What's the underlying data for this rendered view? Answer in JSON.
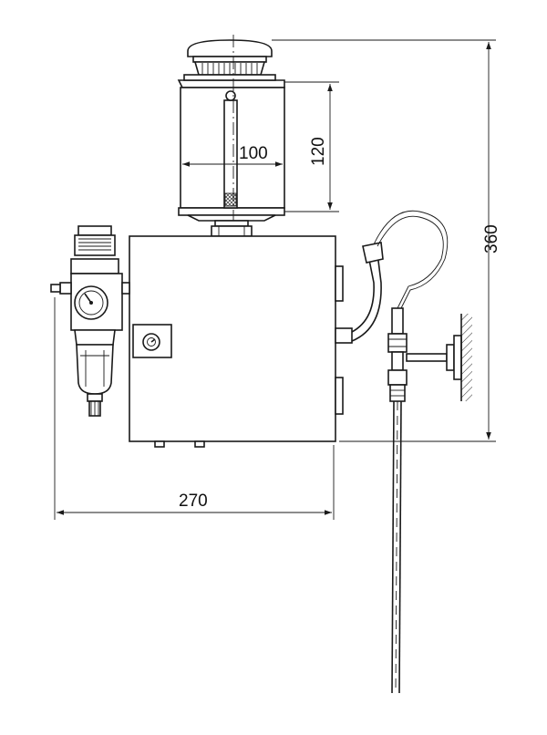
{
  "dimensions": {
    "reservoir_width": "100",
    "reservoir_height": "120",
    "total_height": "360",
    "total_width": "270"
  },
  "colors": {
    "line": "#1a1a1a",
    "background": "#ffffff",
    "sight_glass_fill": "#888888"
  }
}
